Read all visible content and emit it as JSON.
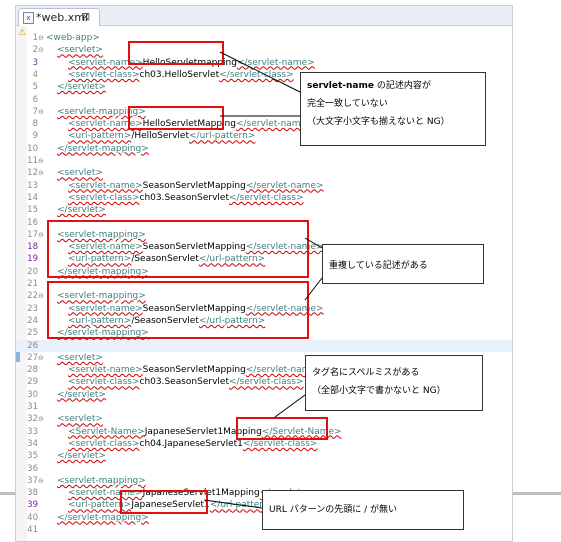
{
  "editor": {
    "tab_title": "*web.xml",
    "tab_close": "⊠",
    "lines": [
      {
        "n": "1",
        "fold": "⊖",
        "indent": 0,
        "parts": [
          [
            "tag",
            "<web-app>"
          ]
        ]
      },
      {
        "n": "2",
        "fold": "⊖",
        "indent": 1,
        "parts": [
          [
            "tag",
            "<servlet>"
          ]
        ]
      },
      {
        "n": "3",
        "fold": "",
        "indent": 2,
        "parts": [
          [
            "tag",
            "<servlet-name>"
          ],
          [
            "tx",
            "HelloServletmapping"
          ],
          [
            "tag",
            "</servlet-name>"
          ]
        ],
        "mod": true
      },
      {
        "n": "4",
        "fold": "",
        "indent": 2,
        "parts": [
          [
            "tag",
            "<servlet-class>"
          ],
          [
            "tx",
            "ch03.HelloServlet"
          ],
          [
            "tag",
            "</servlet-class>"
          ]
        ]
      },
      {
        "n": "5",
        "fold": "",
        "indent": 1,
        "parts": [
          [
            "tag",
            "</servlet>"
          ]
        ]
      },
      {
        "n": "6",
        "fold": "",
        "indent": 0,
        "parts": []
      },
      {
        "n": "7",
        "fold": "⊖",
        "indent": 1,
        "parts": [
          [
            "tag",
            "<servlet-mapping>"
          ]
        ]
      },
      {
        "n": "8",
        "fold": "",
        "indent": 2,
        "parts": [
          [
            "tag",
            "<servlet-name>"
          ],
          [
            "tx",
            "HelloServletMapping"
          ],
          [
            "tag",
            "</servlet-name>"
          ]
        ]
      },
      {
        "n": "9",
        "fold": "",
        "indent": 2,
        "parts": [
          [
            "tag",
            "<url-pattern>"
          ],
          [
            "tx",
            "/HelloServlet"
          ],
          [
            "tag",
            "</url-pattern>"
          ]
        ]
      },
      {
        "n": "10",
        "fold": "",
        "indent": 1,
        "parts": [
          [
            "tag",
            "</servlet-mapping>"
          ]
        ]
      },
      {
        "n": "11",
        "fold": "⊖",
        "indent": 0,
        "parts": []
      },
      {
        "n": "12",
        "fold": "⊖",
        "indent": 1,
        "parts": [
          [
            "tag",
            "<servlet>"
          ]
        ]
      },
      {
        "n": "13",
        "fold": "",
        "indent": 2,
        "parts": [
          [
            "tag",
            "<servlet-name>"
          ],
          [
            "tx",
            "SeasonServletMapping"
          ],
          [
            "tag",
            "</servlet-name>"
          ]
        ]
      },
      {
        "n": "14",
        "fold": "",
        "indent": 2,
        "parts": [
          [
            "tag",
            "<servlet-class>"
          ],
          [
            "tx",
            "ch03.SeasonServlet"
          ],
          [
            "tag",
            "</servlet-class>"
          ]
        ]
      },
      {
        "n": "15",
        "fold": "",
        "indent": 1,
        "parts": [
          [
            "tag",
            "</servlet>"
          ]
        ]
      },
      {
        "n": "16",
        "fold": "",
        "indent": 0,
        "parts": []
      },
      {
        "n": "17",
        "fold": "⊖",
        "indent": 1,
        "parts": [
          [
            "tag",
            "<servlet-mapping>"
          ]
        ]
      },
      {
        "n": "18",
        "fold": "",
        "indent": 2,
        "parts": [
          [
            "tag",
            "<servlet-name>"
          ],
          [
            "tx",
            "SeasonServletMapping"
          ],
          [
            "tag",
            "</servlet-name>"
          ]
        ],
        "mod": true
      },
      {
        "n": "19",
        "fold": "",
        "indent": 2,
        "parts": [
          [
            "tag",
            "<url-pattern>"
          ],
          [
            "tx",
            "/SeasonServlet"
          ],
          [
            "tag",
            "</url-pattern>"
          ]
        ],
        "mod": true
      },
      {
        "n": "20",
        "fold": "",
        "indent": 1,
        "parts": [
          [
            "tag",
            "</servlet-mapping>"
          ]
        ]
      },
      {
        "n": "21",
        "fold": "",
        "indent": 0,
        "parts": []
      },
      {
        "n": "22",
        "fold": "⊖",
        "indent": 1,
        "parts": [
          [
            "tag",
            "<servlet-mapping>"
          ]
        ]
      },
      {
        "n": "23",
        "fold": "",
        "indent": 2,
        "parts": [
          [
            "tag",
            "<servlet-name>"
          ],
          [
            "tx",
            "SeasonServletMapping"
          ],
          [
            "tag",
            "</servlet-name>"
          ]
        ]
      },
      {
        "n": "24",
        "fold": "",
        "indent": 2,
        "parts": [
          [
            "tag",
            "<url-pattern>"
          ],
          [
            "tx",
            "/SeasonServlet"
          ],
          [
            "tag",
            "</url-pattern>"
          ]
        ]
      },
      {
        "n": "25",
        "fold": "",
        "indent": 1,
        "parts": [
          [
            "tag",
            "</servlet-mapping>"
          ]
        ]
      },
      {
        "n": "26",
        "fold": "",
        "indent": 0,
        "parts": [],
        "hl": true
      },
      {
        "n": "27",
        "fold": "⊖",
        "indent": 1,
        "parts": [
          [
            "tag",
            "<servlet>"
          ]
        ]
      },
      {
        "n": "28",
        "fold": "",
        "indent": 2,
        "parts": [
          [
            "tag",
            "<servlet-name>"
          ],
          [
            "tx",
            "SeasonServletMapping"
          ],
          [
            "tag",
            "</servlet-name>"
          ]
        ]
      },
      {
        "n": "29",
        "fold": "",
        "indent": 2,
        "parts": [
          [
            "tag",
            "<servlet-class>"
          ],
          [
            "tx",
            "ch03.SeasonServlet"
          ],
          [
            "tag",
            "</servlet-class>"
          ]
        ]
      },
      {
        "n": "30",
        "fold": "",
        "indent": 1,
        "parts": [
          [
            "tag",
            "</servlet>"
          ]
        ]
      },
      {
        "n": "31",
        "fold": "",
        "indent": 0,
        "parts": []
      },
      {
        "n": "32",
        "fold": "⊖",
        "indent": 1,
        "parts": [
          [
            "tag",
            "<servlet>"
          ]
        ]
      },
      {
        "n": "33",
        "fold": "",
        "indent": 2,
        "parts": [
          [
            "tag",
            "<Servlet-Name>"
          ],
          [
            "tx",
            "JapaneseServlet1Mapping"
          ],
          [
            "tag",
            "</Servlet-Name>"
          ]
        ]
      },
      {
        "n": "34",
        "fold": "",
        "indent": 2,
        "parts": [
          [
            "tag",
            "<servlet-class>"
          ],
          [
            "tx",
            "ch04.JapaneseServlet1"
          ],
          [
            "tag",
            "</servlet-class>"
          ]
        ]
      },
      {
        "n": "35",
        "fold": "",
        "indent": 1,
        "parts": [
          [
            "tag",
            "</servlet>"
          ]
        ]
      },
      {
        "n": "36",
        "fold": "",
        "indent": 0,
        "parts": []
      },
      {
        "n": "37",
        "fold": "⊖",
        "indent": 1,
        "parts": [
          [
            "tag",
            "<servlet-mapping>"
          ]
        ]
      },
      {
        "n": "38",
        "fold": "",
        "indent": 2,
        "parts": [
          [
            "tag",
            "<servlet-name>"
          ],
          [
            "tx",
            "JapaneseServlet1Mapping"
          ],
          [
            "tag",
            "</servlet-name>"
          ]
        ]
      },
      {
        "n": "39",
        "fold": "",
        "indent": 2,
        "parts": [
          [
            "tag",
            "<url-pattern>"
          ],
          [
            "tx",
            "JapaneseServlet1"
          ],
          [
            "tag",
            "</url-pattern>"
          ]
        ],
        "mod": true
      },
      {
        "n": "40",
        "fold": "",
        "indent": 1,
        "parts": [
          [
            "tag",
            "</servlet-mapping>"
          ]
        ]
      },
      {
        "n": "41",
        "fold": "",
        "indent": 0,
        "parts": []
      }
    ]
  },
  "callouts": {
    "servlet_name": {
      "line1_code": "servlet-name",
      "line1_rest": " の記述内容が",
      "line2": "完全一致していない",
      "line3": "（大文字小文字も揃えないと NG）"
    },
    "duplicate": {
      "text": "重複している記述がある"
    },
    "tag_typo": {
      "line1": "タグ名にスペルミスがある",
      "line2": "（全部小文字で書かないと NG）"
    },
    "url_slash": {
      "text": "URL パターンの先頭に / が無い"
    }
  },
  "colors": {
    "tag": "#3f7f7f",
    "highlight_box": "#e01010",
    "line_number": "#8a8a8a"
  }
}
